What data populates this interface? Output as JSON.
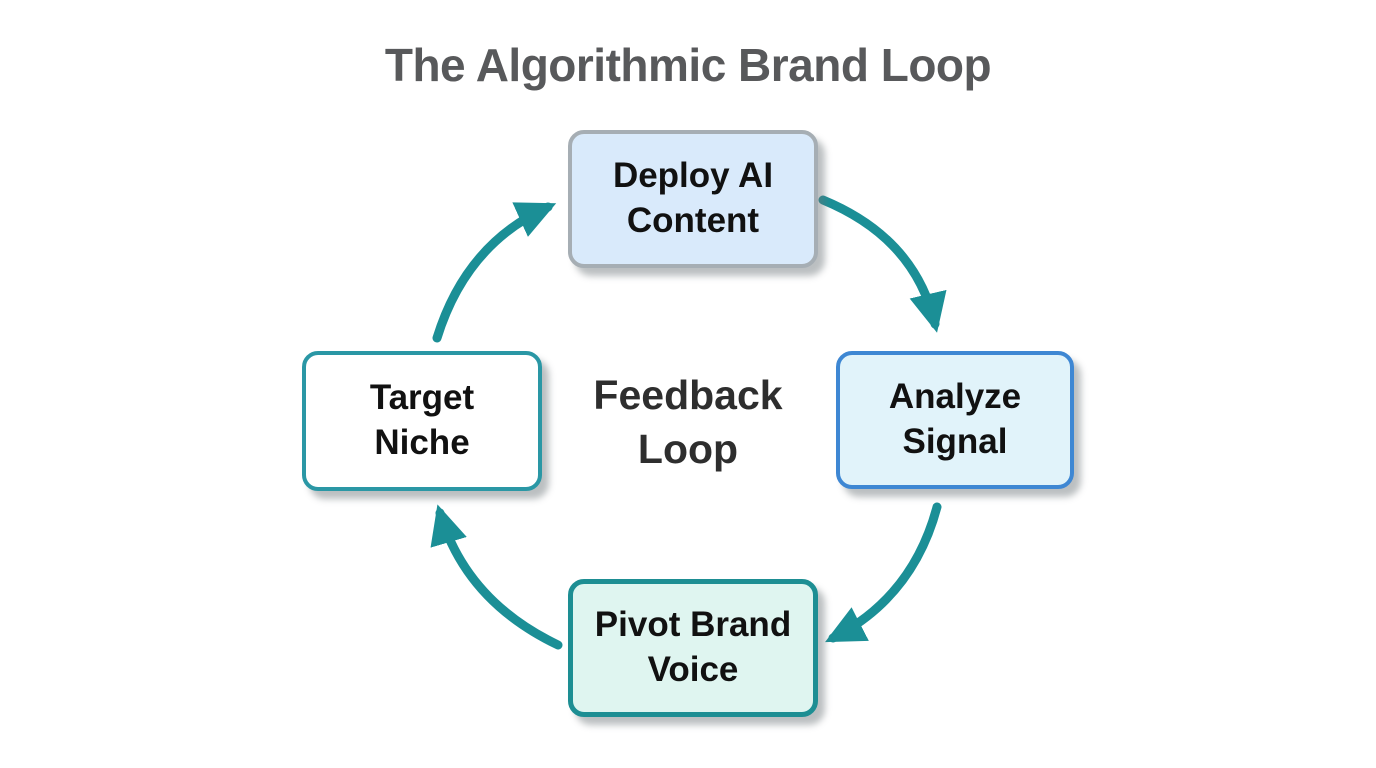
{
  "title": "The Algorithmic Brand Loop",
  "center": {
    "line1": "Feedback",
    "line2": "Loop"
  },
  "nodes": {
    "deploy": {
      "line1": "Deploy AI",
      "line2": "Content",
      "fill": "#d9eafb",
      "border": "#a6aeb4"
    },
    "analyze": {
      "line1": "Analyze",
      "line2": "Signal",
      "fill": "#e1f3fa",
      "border": "#3e87d3"
    },
    "pivot": {
      "line1": "Pivot Brand",
      "line2": "Voice",
      "fill": "#dff5f0",
      "border": "#1d8e93"
    },
    "target": {
      "line1": "Target",
      "line2": "Niche",
      "fill": "#ffffff",
      "border": "#2a97a5"
    }
  },
  "flow_order": [
    "Target Niche",
    "Deploy AI Content",
    "Analyze Signal",
    "Pivot Brand Voice"
  ],
  "colors": {
    "arrow": "#1b8f96",
    "title_text": "#58595b",
    "center_text": "#2e2e2e",
    "node_text": "#111111",
    "background": "#ffffff"
  }
}
